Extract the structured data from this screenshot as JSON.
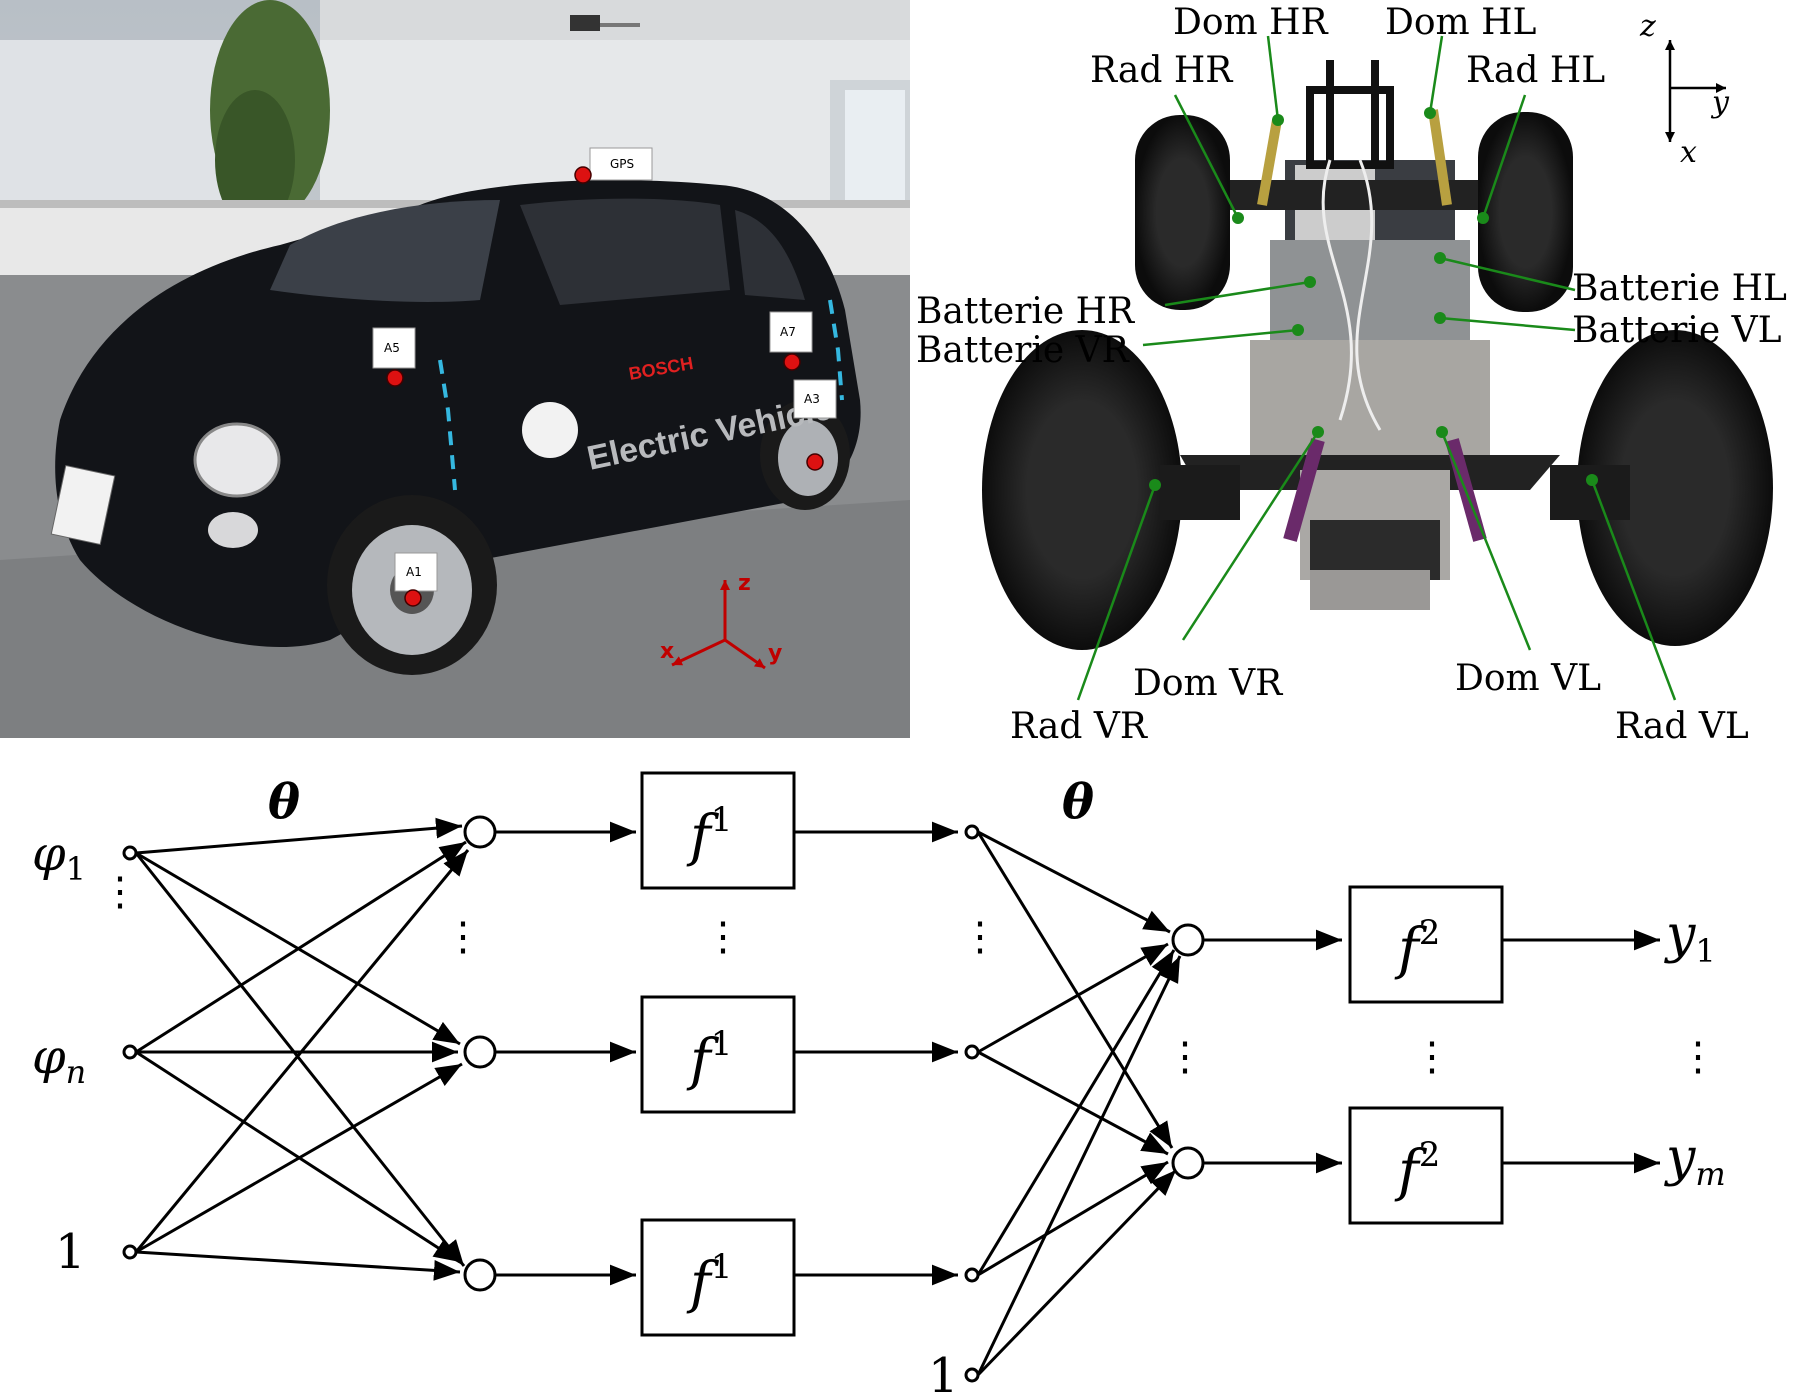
{
  "car_photo": {
    "markers": [
      "GPS",
      "A7",
      "A5",
      "A3",
      "A1"
    ],
    "brand_text": "BOSCH",
    "side_text": "Electric Vehicle",
    "axes": [
      "z",
      "x",
      "y"
    ],
    "colors": {
      "marker": "#dd1111",
      "tape": "#35b8e0",
      "axis": "#c00000"
    }
  },
  "rc_car": {
    "labels": {
      "dom_hr": "Dom HR",
      "dom_hl": "Dom HL",
      "rad_hr": "Rad HR",
      "rad_hl": "Rad HL",
      "batt_hr": "Batterie HR",
      "batt_vr": "Batterie VR",
      "batt_hl": "Batterie HL",
      "batt_vl": "Batterie VL",
      "dom_vr": "Dom VR",
      "dom_vl": "Dom VL",
      "rad_vr": "Rad VR",
      "rad_vl": "Rad VL"
    },
    "axes": {
      "z": "z",
      "y": "y",
      "x": "x"
    },
    "colors": {
      "leader": "#1a8a1a"
    }
  },
  "network": {
    "theta": "θ",
    "inputs": {
      "phi1": "φ",
      "phi1_sub": "1",
      "phin": "φ",
      "phin_sub": "n",
      "bias": "1"
    },
    "f1": "f",
    "f1_sup": "1",
    "f2": "f",
    "f2_sup": "2",
    "bias2": "1",
    "outputs": {
      "y1": "y",
      "y1_sub": "1",
      "ym": "y",
      "ym_sub": "m"
    }
  }
}
